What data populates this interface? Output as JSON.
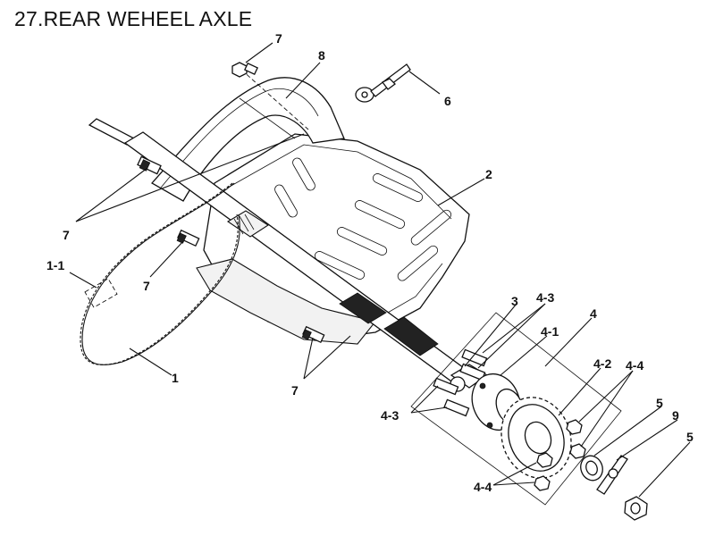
{
  "title": "27.REAR WEHEEL AXLE",
  "callouts": {
    "c7_top": "7",
    "c8": "8",
    "c6": "6",
    "c2": "2",
    "c7_left": "7",
    "c1_1": "1-1",
    "c7_mid": "7",
    "c1": "1",
    "c7_bottom": "7",
    "c3": "3",
    "c4_3_top": "4-3",
    "c4": "4",
    "c4_1": "4-1",
    "c4_2": "4-2",
    "c4_4_right": "4-4",
    "c4_3_bottom": "4-3",
    "c5_top": "5",
    "c9": "9",
    "c5_bottom": "5",
    "c4_4_bottom": "4-4"
  }
}
